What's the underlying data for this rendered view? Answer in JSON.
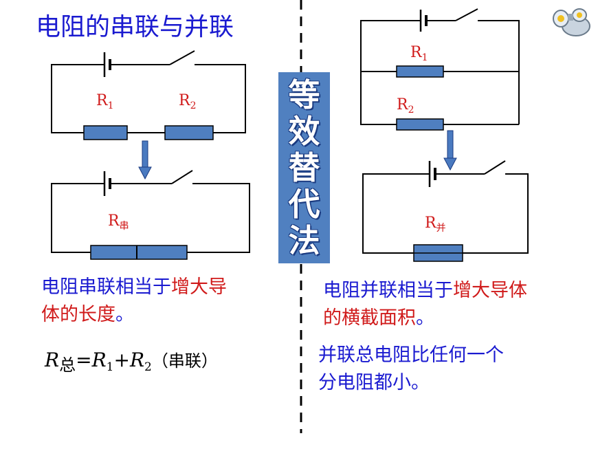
{
  "title": "电阻的串联与并联",
  "center_label": [
    "等",
    "效",
    "替",
    "代",
    "法"
  ],
  "series_circuit": {
    "r1": {
      "main": "R",
      "sub": "1"
    },
    "r2": {
      "main": "R",
      "sub": "2"
    },
    "r_equiv": {
      "main": "R",
      "sub": "串"
    }
  },
  "parallel_circuit": {
    "r1": {
      "main": "R",
      "sub": "1"
    },
    "r2": {
      "main": "R",
      "sub": "2"
    },
    "r_equiv": {
      "main": "R",
      "sub": "并"
    }
  },
  "series_text": {
    "part1": "电阻串联相当于",
    "part2": "增大导",
    "part3": "体的长度",
    "part4": "。"
  },
  "formula": {
    "lhs": "R",
    "lhs_sub": "总",
    "eq": "=",
    "t1": "R",
    "t1_sub": "1",
    "plus": "+",
    "t2": "R",
    "t2_sub": "2",
    "note": "（串联）"
  },
  "parallel_text": {
    "part1": "电阻并联相当于",
    "part2": "增大导体",
    "part3": "的横截面积",
    "part4": "。"
  },
  "parallel_conclusion": {
    "line1": "并联总电阻比任何一个",
    "line2": "分电阻都小。"
  },
  "colors": {
    "text_blue": "#1a1ad0",
    "text_red": "#d01a1a",
    "resistor_fill": "#4f7fc0",
    "center_box": "#5080c0",
    "arrow": "#4a7ac0"
  },
  "icons": [
    "binoculars-icon"
  ]
}
